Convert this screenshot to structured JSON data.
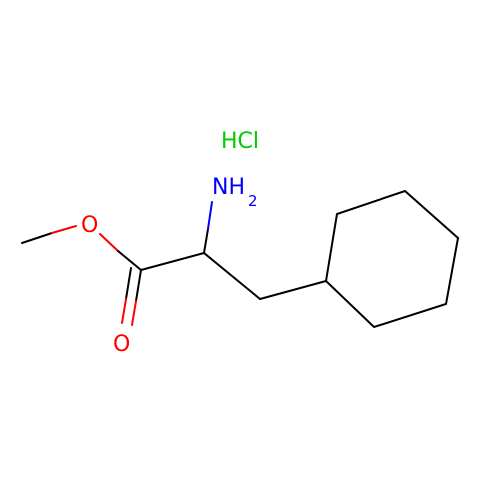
{
  "molecule": {
    "salt": "HCl",
    "atoms": {
      "methoxy_oxygen": "O",
      "carbonyl_oxygen": "O",
      "amine_nitrogen": "NH",
      "amine_subscript": "2"
    }
  },
  "colors": {
    "bond": "#000000",
    "oxygen": "#ff0000",
    "nitrogen": "#0000ff",
    "chlorine_salt": "#00cc00"
  }
}
